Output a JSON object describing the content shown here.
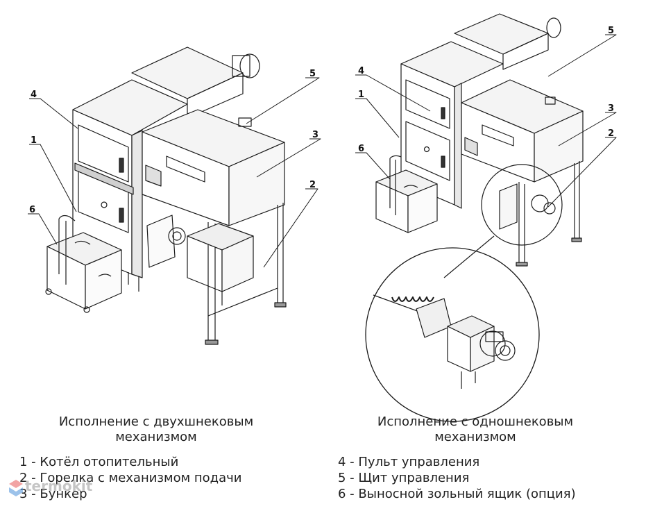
{
  "callouts": {
    "left": [
      "1",
      "2",
      "3",
      "4",
      "5",
      "6"
    ],
    "right": [
      "1",
      "2",
      "3",
      "4",
      "5",
      "6"
    ]
  },
  "captions": {
    "left_line1": "Исполнение с двухшнековым",
    "left_line2": "механизмом",
    "right_line1": "Исполнение с одношнековым",
    "right_line2": "механизмом"
  },
  "legend": {
    "item1": "1 - Котёл отопительный",
    "item2": "2 - Горелка с механизмом подачи",
    "item3": "3 - Бункер",
    "item4": "4 - Пульт управления",
    "item5": "5 - Щит управления",
    "item6": "6 - Выносной зольный ящик (опция)"
  },
  "watermark": {
    "text": "termokit",
    "logo_colors": [
      "#e85a5a",
      "#4a90d9"
    ]
  }
}
